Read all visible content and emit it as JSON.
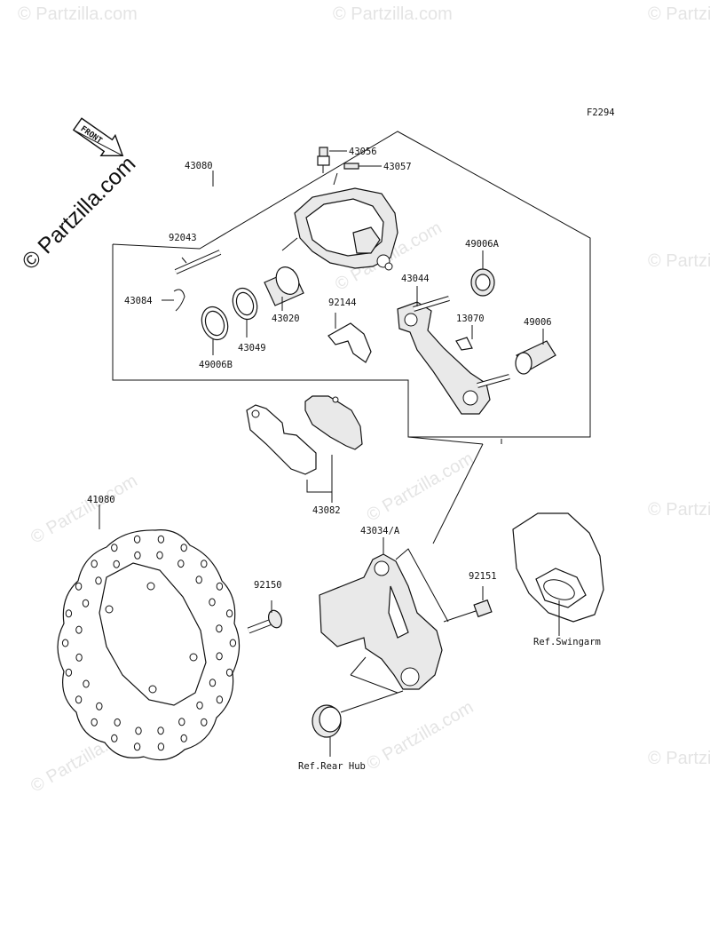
{
  "figure_code": "F2294",
  "front_label": "FRONT",
  "watermark": {
    "main": "© Partzilla.com",
    "tile": "© Partzilla.com"
  },
  "parts": [
    {
      "id": "43080",
      "text": "43080"
    },
    {
      "id": "43056",
      "text": "43056"
    },
    {
      "id": "43057",
      "text": "43057"
    },
    {
      "id": "92043",
      "text": "92043"
    },
    {
      "id": "43084",
      "text": "43084"
    },
    {
      "id": "43020",
      "text": "43020"
    },
    {
      "id": "43049",
      "text": "43049"
    },
    {
      "id": "49006B",
      "text": "49006B"
    },
    {
      "id": "92144",
      "text": "92144"
    },
    {
      "id": "43044",
      "text": "43044"
    },
    {
      "id": "49006A",
      "text": "49006A"
    },
    {
      "id": "13070",
      "text": "13070"
    },
    {
      "id": "49006",
      "text": "49006"
    },
    {
      "id": "43082",
      "text": "43082"
    },
    {
      "id": "41080",
      "text": "41080"
    },
    {
      "id": "43034A",
      "text": "43034/A"
    },
    {
      "id": "92150",
      "text": "92150"
    },
    {
      "id": "92151",
      "text": "92151"
    },
    {
      "id": "ref-swingarm",
      "text": "Ref.Swingarm"
    },
    {
      "id": "ref-rear-hub",
      "text": "Ref.Rear Hub"
    }
  ]
}
